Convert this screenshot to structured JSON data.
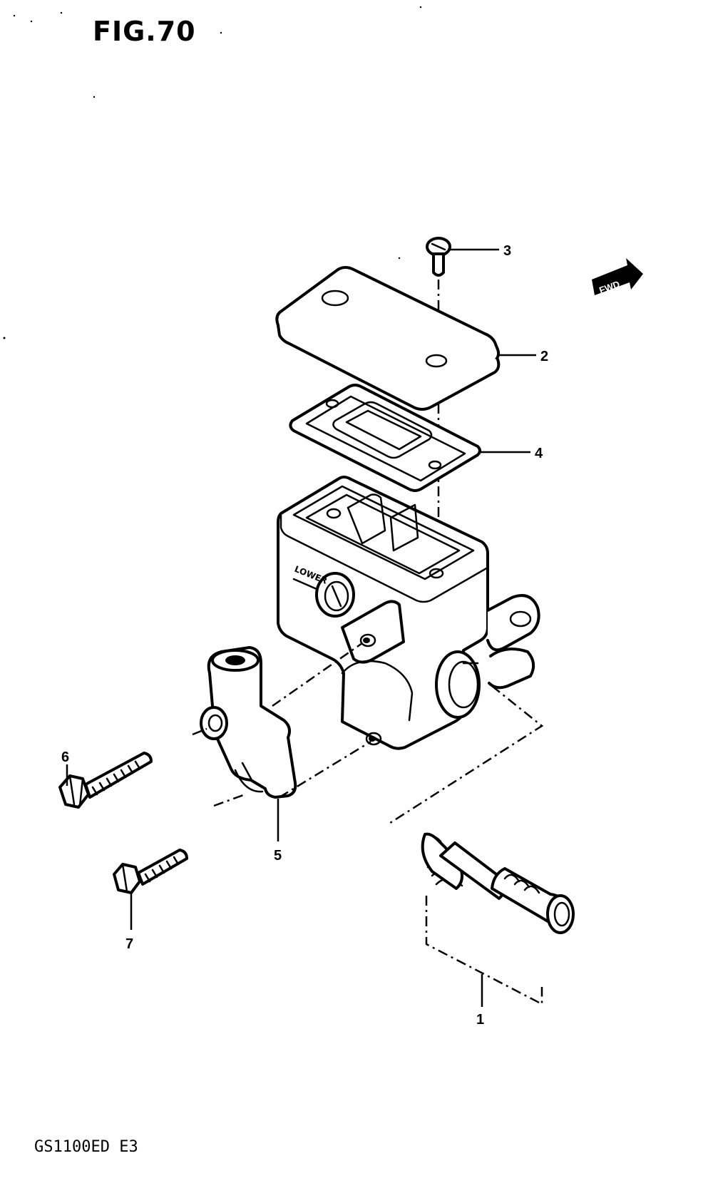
{
  "figure": {
    "title": "FIG.70",
    "model_code": "GS1100ED E3",
    "direction_marker": "FWD"
  },
  "callouts": [
    {
      "number": "1",
      "part": "piston-spring-assembly"
    },
    {
      "number": "2",
      "part": "reservoir-cap"
    },
    {
      "number": "3",
      "part": "cap-screw"
    },
    {
      "number": "4",
      "part": "diaphragm-gasket"
    },
    {
      "number": "5",
      "part": "handlebar-clamp"
    },
    {
      "number": "6",
      "part": "long-bolt"
    },
    {
      "number": "7",
      "part": "short-bolt"
    }
  ],
  "body_marking": "LOWER"
}
